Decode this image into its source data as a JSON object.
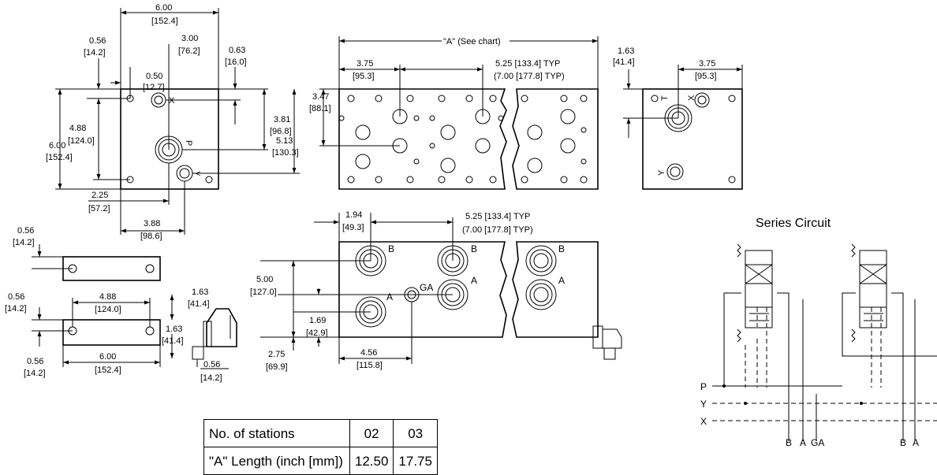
{
  "dimensions": {
    "d600_in": "6.00",
    "d600_mm": "[152.4]",
    "d300_in": "3.00",
    "d300_mm": "[76.2]",
    "d056_in": "0.56",
    "d056_mm": "[14.2]",
    "d063_in": "0.63",
    "d063_mm": "[16.0]",
    "d050_in": "0.50",
    "d050_mm": "[12.7]",
    "d381_in": "3.81",
    "d381_mm": "[96.8]",
    "d347_in": "3.47",
    "d347_mm": "[88.1]",
    "d513_in": "5.13",
    "d513_mm": "[130.3]",
    "d488_in": "4.88",
    "d488_mm": "[124.0]",
    "d225_in": "2.25",
    "d225_mm": "[57.2]",
    "d388_in": "3.88",
    "d388_mm": "[98.6]",
    "d163_in": "1.63",
    "d163_mm": "[41.4]",
    "d375_in": "3.75",
    "d375_mm": "[95.3]",
    "d194_in": "1.94",
    "d194_mm": "[49.3]",
    "d500_in": "5.00",
    "d500_mm": "[127.0]",
    "d169_in": "1.69",
    "d169_mm": "[42.9]",
    "d275_in": "2.75",
    "d275_mm": "[69.9]",
    "d456_in": "4.56",
    "d456_mm": "[115.8]",
    "a_see_chart": "\"A\" (See chart)",
    "typ525": "5.25 [133.4] TYP",
    "typ700": "(7.00 [177.8] TYP)"
  },
  "ports": {
    "P": "P",
    "T": "T",
    "X": "X",
    "Y": "Y",
    "A": "A",
    "B": "B",
    "GA": "GA"
  },
  "series_circuit": {
    "title": "Series Circuit",
    "line_P": "P",
    "line_Y": "Y",
    "line_X": "X",
    "bottom_labels": [
      "B",
      "A",
      "GA",
      "B",
      "A"
    ]
  },
  "stations_table": {
    "header": "No. of stations",
    "columns": [
      "02",
      "03"
    ],
    "row_label": "\"A\" Length (inch  [mm])",
    "row_values": [
      "12.50",
      "17.75"
    ]
  }
}
